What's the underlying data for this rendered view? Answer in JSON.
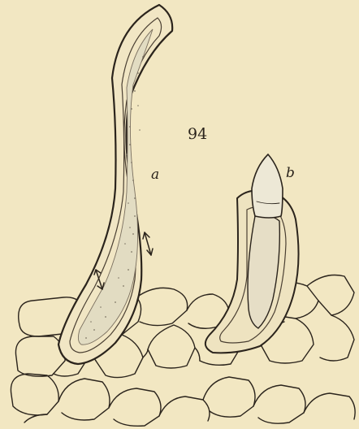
{
  "figure": {
    "number": "94",
    "labels": {
      "a": "a",
      "b": "b"
    }
  },
  "colors": {
    "paper": "#f2e7c2",
    "ink": "#2b241c",
    "cell_fill": "#e4dcc0"
  }
}
